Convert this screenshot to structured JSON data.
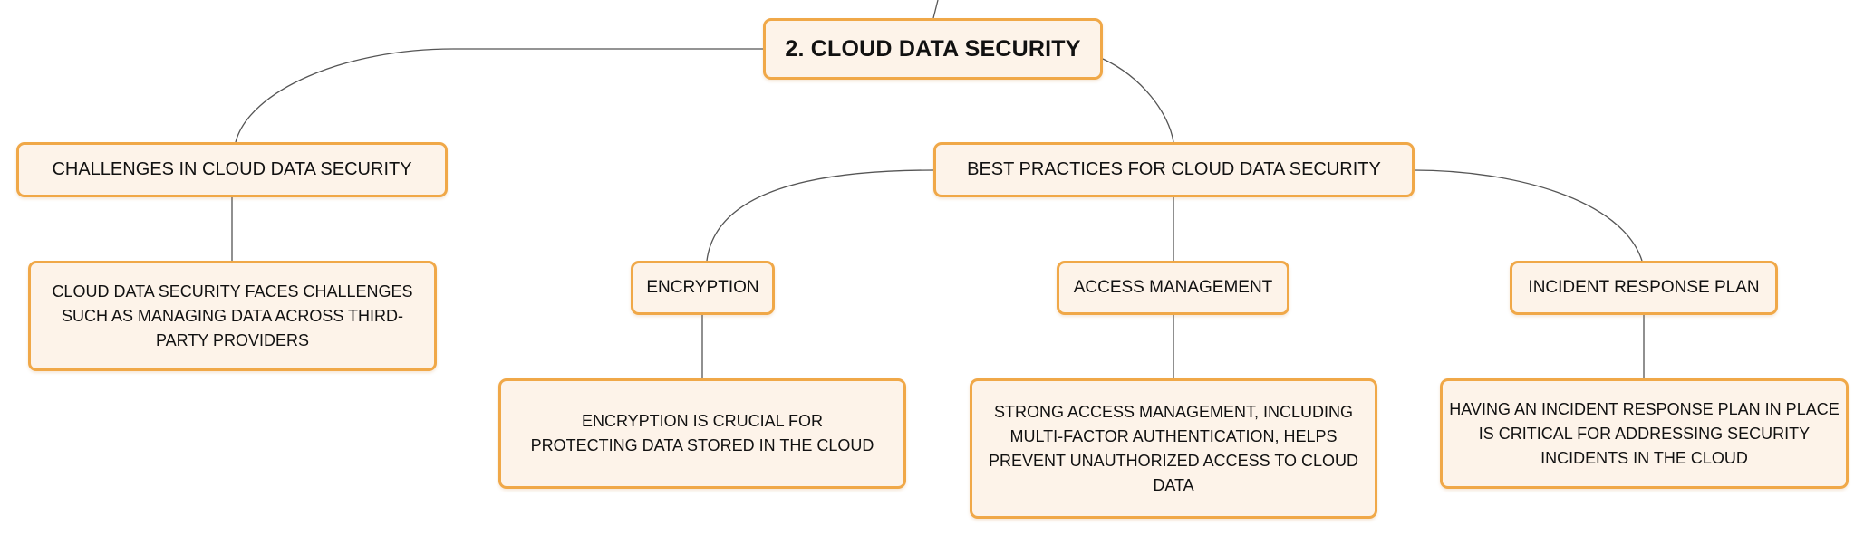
{
  "colors": {
    "node_fill": "#fdf3e9",
    "node_border": "#f0a848",
    "connector": "#555555"
  },
  "mindmap": {
    "root": {
      "label": "2. CLOUD DATA SECURITY"
    },
    "challenges": {
      "label": "CHALLENGES IN CLOUD DATA SECURITY",
      "detail": "CLOUD DATA SECURITY FACES CHALLENGES SUCH AS MANAGING DATA ACROSS THIRD-PARTY PROVIDERS"
    },
    "best_practices": {
      "label": "BEST PRACTICES FOR CLOUD DATA SECURITY",
      "children": [
        {
          "label": "ENCRYPTION",
          "detail": "ENCRYPTION IS CRUCIAL FOR PROTECTING DATA STORED IN THE CLOUD"
        },
        {
          "label": "ACCESS MANAGEMENT",
          "detail": "STRONG ACCESS MANAGEMENT, INCLUDING MULTI-FACTOR AUTHENTICATION, HELPS PREVENT UNAUTHORIZED ACCESS TO CLOUD DATA"
        },
        {
          "label": "INCIDENT RESPONSE PLAN",
          "detail": "HAVING AN INCIDENT RESPONSE PLAN IN PLACE IS CRITICAL FOR ADDRESSING SECURITY INCIDENTS IN THE CLOUD"
        }
      ]
    }
  }
}
